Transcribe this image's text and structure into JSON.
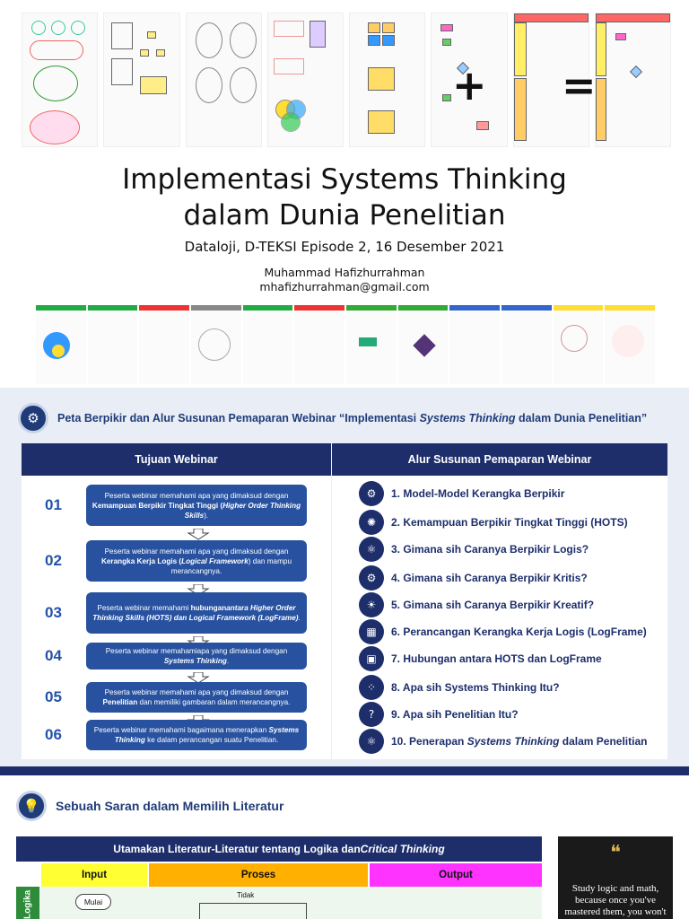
{
  "title_line1": "Implementasi Systems Thinking",
  "title_line2": "dalam Dunia Penelitian",
  "subtitle": "Dataloji, D-TEKSI Episode 2, 16 Desember 2021",
  "author_name": "Muhammad Hafizhurrahman",
  "author_email": "mhafizhurrahman@gmail.com",
  "operators": {
    "plus": "+",
    "equals": "="
  },
  "infographic": {
    "title_prefix": "Peta Berpikir dan Alur Susunan Pemaparan Webinar “Implementasi ",
    "title_italic": "Systems Thinking",
    "title_suffix": " dalam Dunia Penelitian”",
    "col_left": "Tujuan Webinar",
    "col_right": "Alur Susunan Pemaparan Webinar",
    "goals": [
      {
        "num": "01",
        "pre": "Peserta webinar memahami apa yang dimaksud dengan ",
        "bold": "Kemampuan Berpikir Tingkat Tinggi (",
        "italic": "Higher Order Thinking Skills",
        "post": ")."
      },
      {
        "num": "02",
        "pre": "Peserta webinar memahami apa yang dimaksud dengan ",
        "bold": "Kerangka Kerja Logis (",
        "italic": "Logical Framework",
        "post": ") dan mampu merancangnya."
      },
      {
        "num": "03",
        "pre": "Peserta webinar memahami ",
        "bold": "hubungan",
        "italic": "antara Higher Order Thinking Skills (HOTS) dan Logical Framework (LogFrame)",
        "post": "."
      },
      {
        "num": "04",
        "pre": "Peserta webinar memahamiapa yang dimaksud dengan ",
        "bold": "",
        "italic": "Systems Thinking",
        "post": "."
      },
      {
        "num": "05",
        "pre": "Peserta webinar memahami apa yang dimaksud dengan ",
        "bold": "Penelitian",
        "italic": "",
        "post": " dan memiliki gambaran dalam merancangnya."
      },
      {
        "num": "06",
        "pre": "Peserta webinar memahami bagaimana menerapkan ",
        "bold": "",
        "italic": "Systems Thinking",
        "post": " ke dalam perancangan suatu Penelitian."
      }
    ],
    "steps": [
      {
        "text": "1. Model-Model Kerangka Berpikir",
        "icon": "gear-head-icon"
      },
      {
        "text": "2. Kemampuan Berpikir Tingkat Tinggi (HOTS)",
        "icon": "brain-network-icon"
      },
      {
        "text": "3. Gimana sih Caranya Berpikir Logis?",
        "icon": "atom-brain-icon"
      },
      {
        "text": "4. Gimana sih Caranya Berpikir Kritis?",
        "icon": "head-gear-icon"
      },
      {
        "text": "5. Gimana sih Caranya Berpikir Kreatif?",
        "icon": "lightbulb-brain-icon"
      },
      {
        "text": "6. Perancangan Kerangka Kerja Logis (LogFrame)",
        "icon": "flowchart-icon"
      },
      {
        "text": "7. Hubungan antara HOTS dan LogFrame",
        "icon": "presentation-icon"
      },
      {
        "text": "8. Apa sih Systems Thinking Itu?",
        "icon": "network-icon"
      },
      {
        "text": "9. Apa sih Penelitian Itu?",
        "icon": "head-question-icon"
      },
      {
        "text_pre": "10. Penerapan ",
        "text_italic": "Systems Thinking",
        "text_post": " dalam Penelitian",
        "icon": "atom-icon"
      }
    ]
  },
  "literature": {
    "title": "Sebuah Saran dalam Memilih Literatur",
    "table_title_prefix": "Utamakan Literatur-Literatur tentang Logika dan ",
    "table_title_italic": "Critical Thinking",
    "col_input": "Input",
    "col_proses": "Proses",
    "col_output": "Output",
    "row_label": "Logika",
    "start": "Mulai",
    "no": "Tidak"
  },
  "quote": {
    "mark": "❝",
    "text": "Study logic and math, because once you've mastered them, you won't"
  },
  "colors": {
    "navy": "#1d2e6b",
    "goal_blue": "#2852a0",
    "input_yellow": "#ffff33",
    "proses_orange": "#ffb000",
    "output_magenta": "#ff33ff",
    "logika_green": "#2e8b3a"
  }
}
